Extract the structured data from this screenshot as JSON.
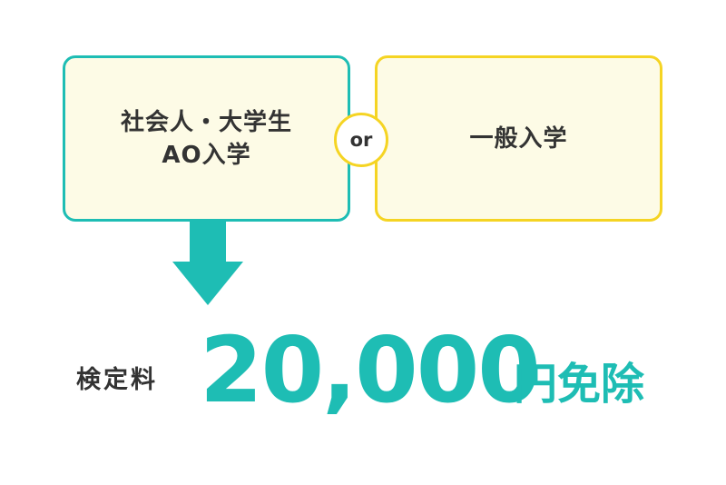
{
  "options": {
    "left": {
      "line1": "社会人・大学生",
      "line2": "AO入学"
    },
    "connector": "or",
    "right": {
      "label": "一般入学"
    }
  },
  "fee": {
    "label": "検定料",
    "amount": "20,000",
    "suffix": "円免除"
  },
  "colors": {
    "accent_teal": "#1ebdb4",
    "accent_yellow": "#f5d423",
    "box_fill": "#fdfbe6",
    "text": "#333333"
  },
  "icons": {
    "arrow": "arrow-down-icon"
  }
}
